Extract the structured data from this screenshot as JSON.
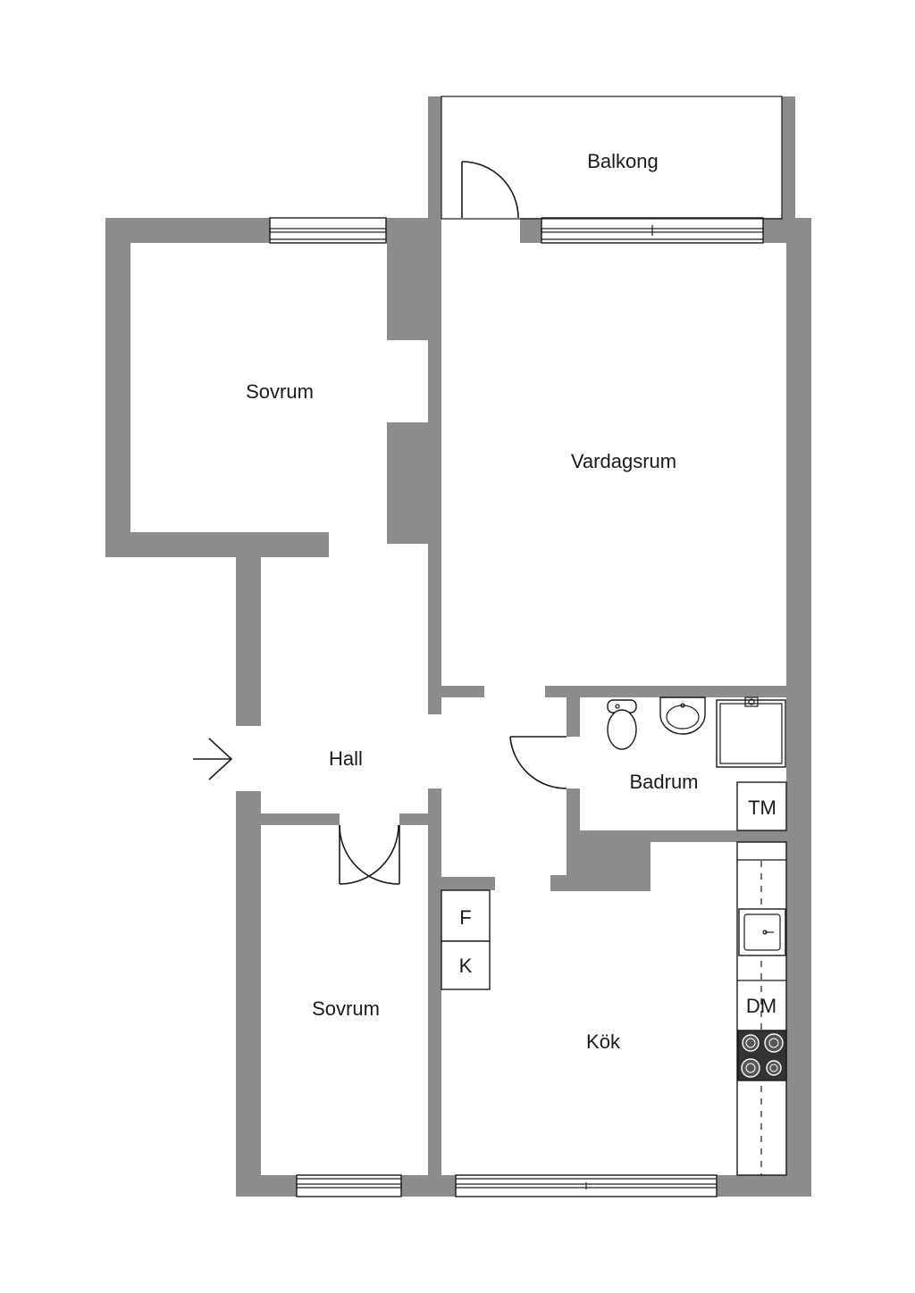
{
  "rooms": {
    "balkong": "Balkong",
    "sovrum_top": "Sovrum",
    "vardagsrum": "Vardagsrum",
    "hall": "Hall",
    "badrum": "Badrum",
    "sovrum_bottom": "Sovrum",
    "kok": "Kök"
  },
  "fixtures": {
    "tm": "TM",
    "f": "F",
    "k": "K",
    "dm": "DM"
  },
  "colors": {
    "wall": "#8c8c8c",
    "line": "#1a1a1a",
    "stove": "#333333"
  },
  "icons": [
    "entrance-arrow-icon",
    "door-swing-icon",
    "toilet-icon",
    "washbasin-icon",
    "shower-icon",
    "sink-icon",
    "stove-icon",
    "window-icon"
  ]
}
